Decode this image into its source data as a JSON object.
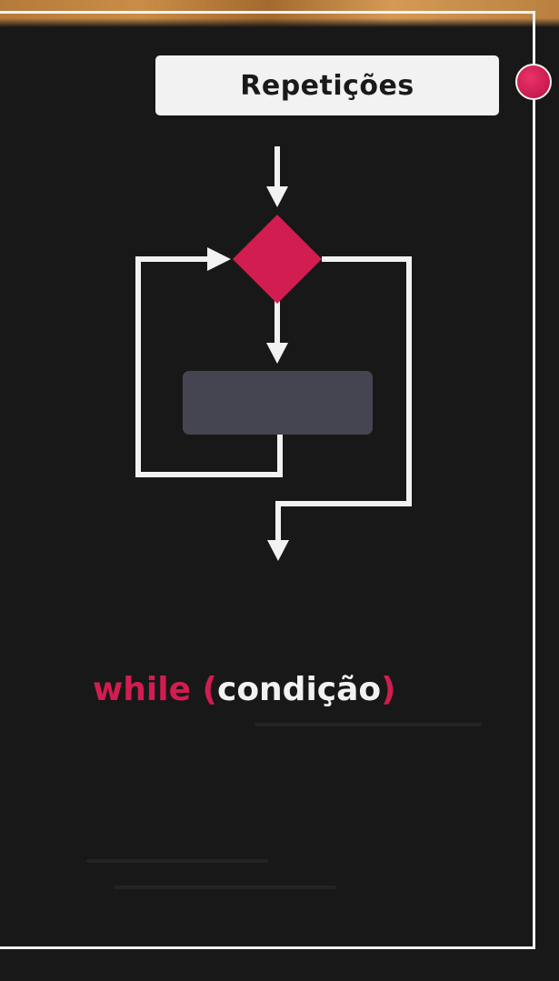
{
  "title": "Repetições",
  "code": {
    "keyword": "while",
    "open_paren": "(",
    "condition": "condição",
    "close_paren": ")"
  },
  "colors": {
    "background": "#181818",
    "accent": "#d11d4f",
    "line": "#f2f2f2",
    "process_block": "#454552"
  },
  "icons": [
    "record-dot-icon"
  ]
}
